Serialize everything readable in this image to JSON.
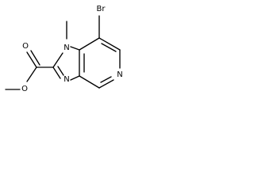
{
  "molecule": {
    "atoms": [
      {
        "id": "br",
        "label": "Br"
      },
      {
        "id": "n1",
        "label": "N"
      },
      {
        "id": "n3",
        "label": "N"
      },
      {
        "id": "n5",
        "label": "N"
      },
      {
        "id": "o_carbonyl",
        "label": "O"
      },
      {
        "id": "o_ester",
        "label": "O"
      }
    ],
    "labels": {
      "br": "Br",
      "n1": "N",
      "n3": "N",
      "n5": "N",
      "o_carbonyl": "O",
      "o_ester": "O"
    }
  }
}
